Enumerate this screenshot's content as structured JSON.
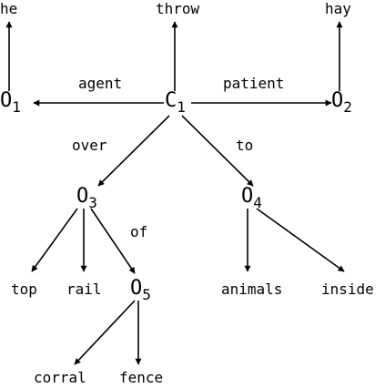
{
  "nodes": {
    "c1": {
      "base": "C",
      "sub": "1"
    },
    "o1": {
      "base": "O",
      "sub": "1"
    },
    "o2": {
      "base": "O",
      "sub": "2"
    },
    "o3": {
      "base": "O",
      "sub": "3"
    },
    "o4": {
      "base": "O",
      "sub": "4"
    },
    "o5": {
      "base": "O",
      "sub": "5"
    }
  },
  "leaves": {
    "he": "he",
    "throw": "throw",
    "hay": "hay",
    "top": "top",
    "rail": "rail",
    "animals": "animals",
    "inside": "inside",
    "corral": "corral",
    "fence": "fence"
  },
  "edge_labels": {
    "agent": "agent",
    "patient": "patient",
    "over": "over",
    "to": "to",
    "of": "of"
  }
}
